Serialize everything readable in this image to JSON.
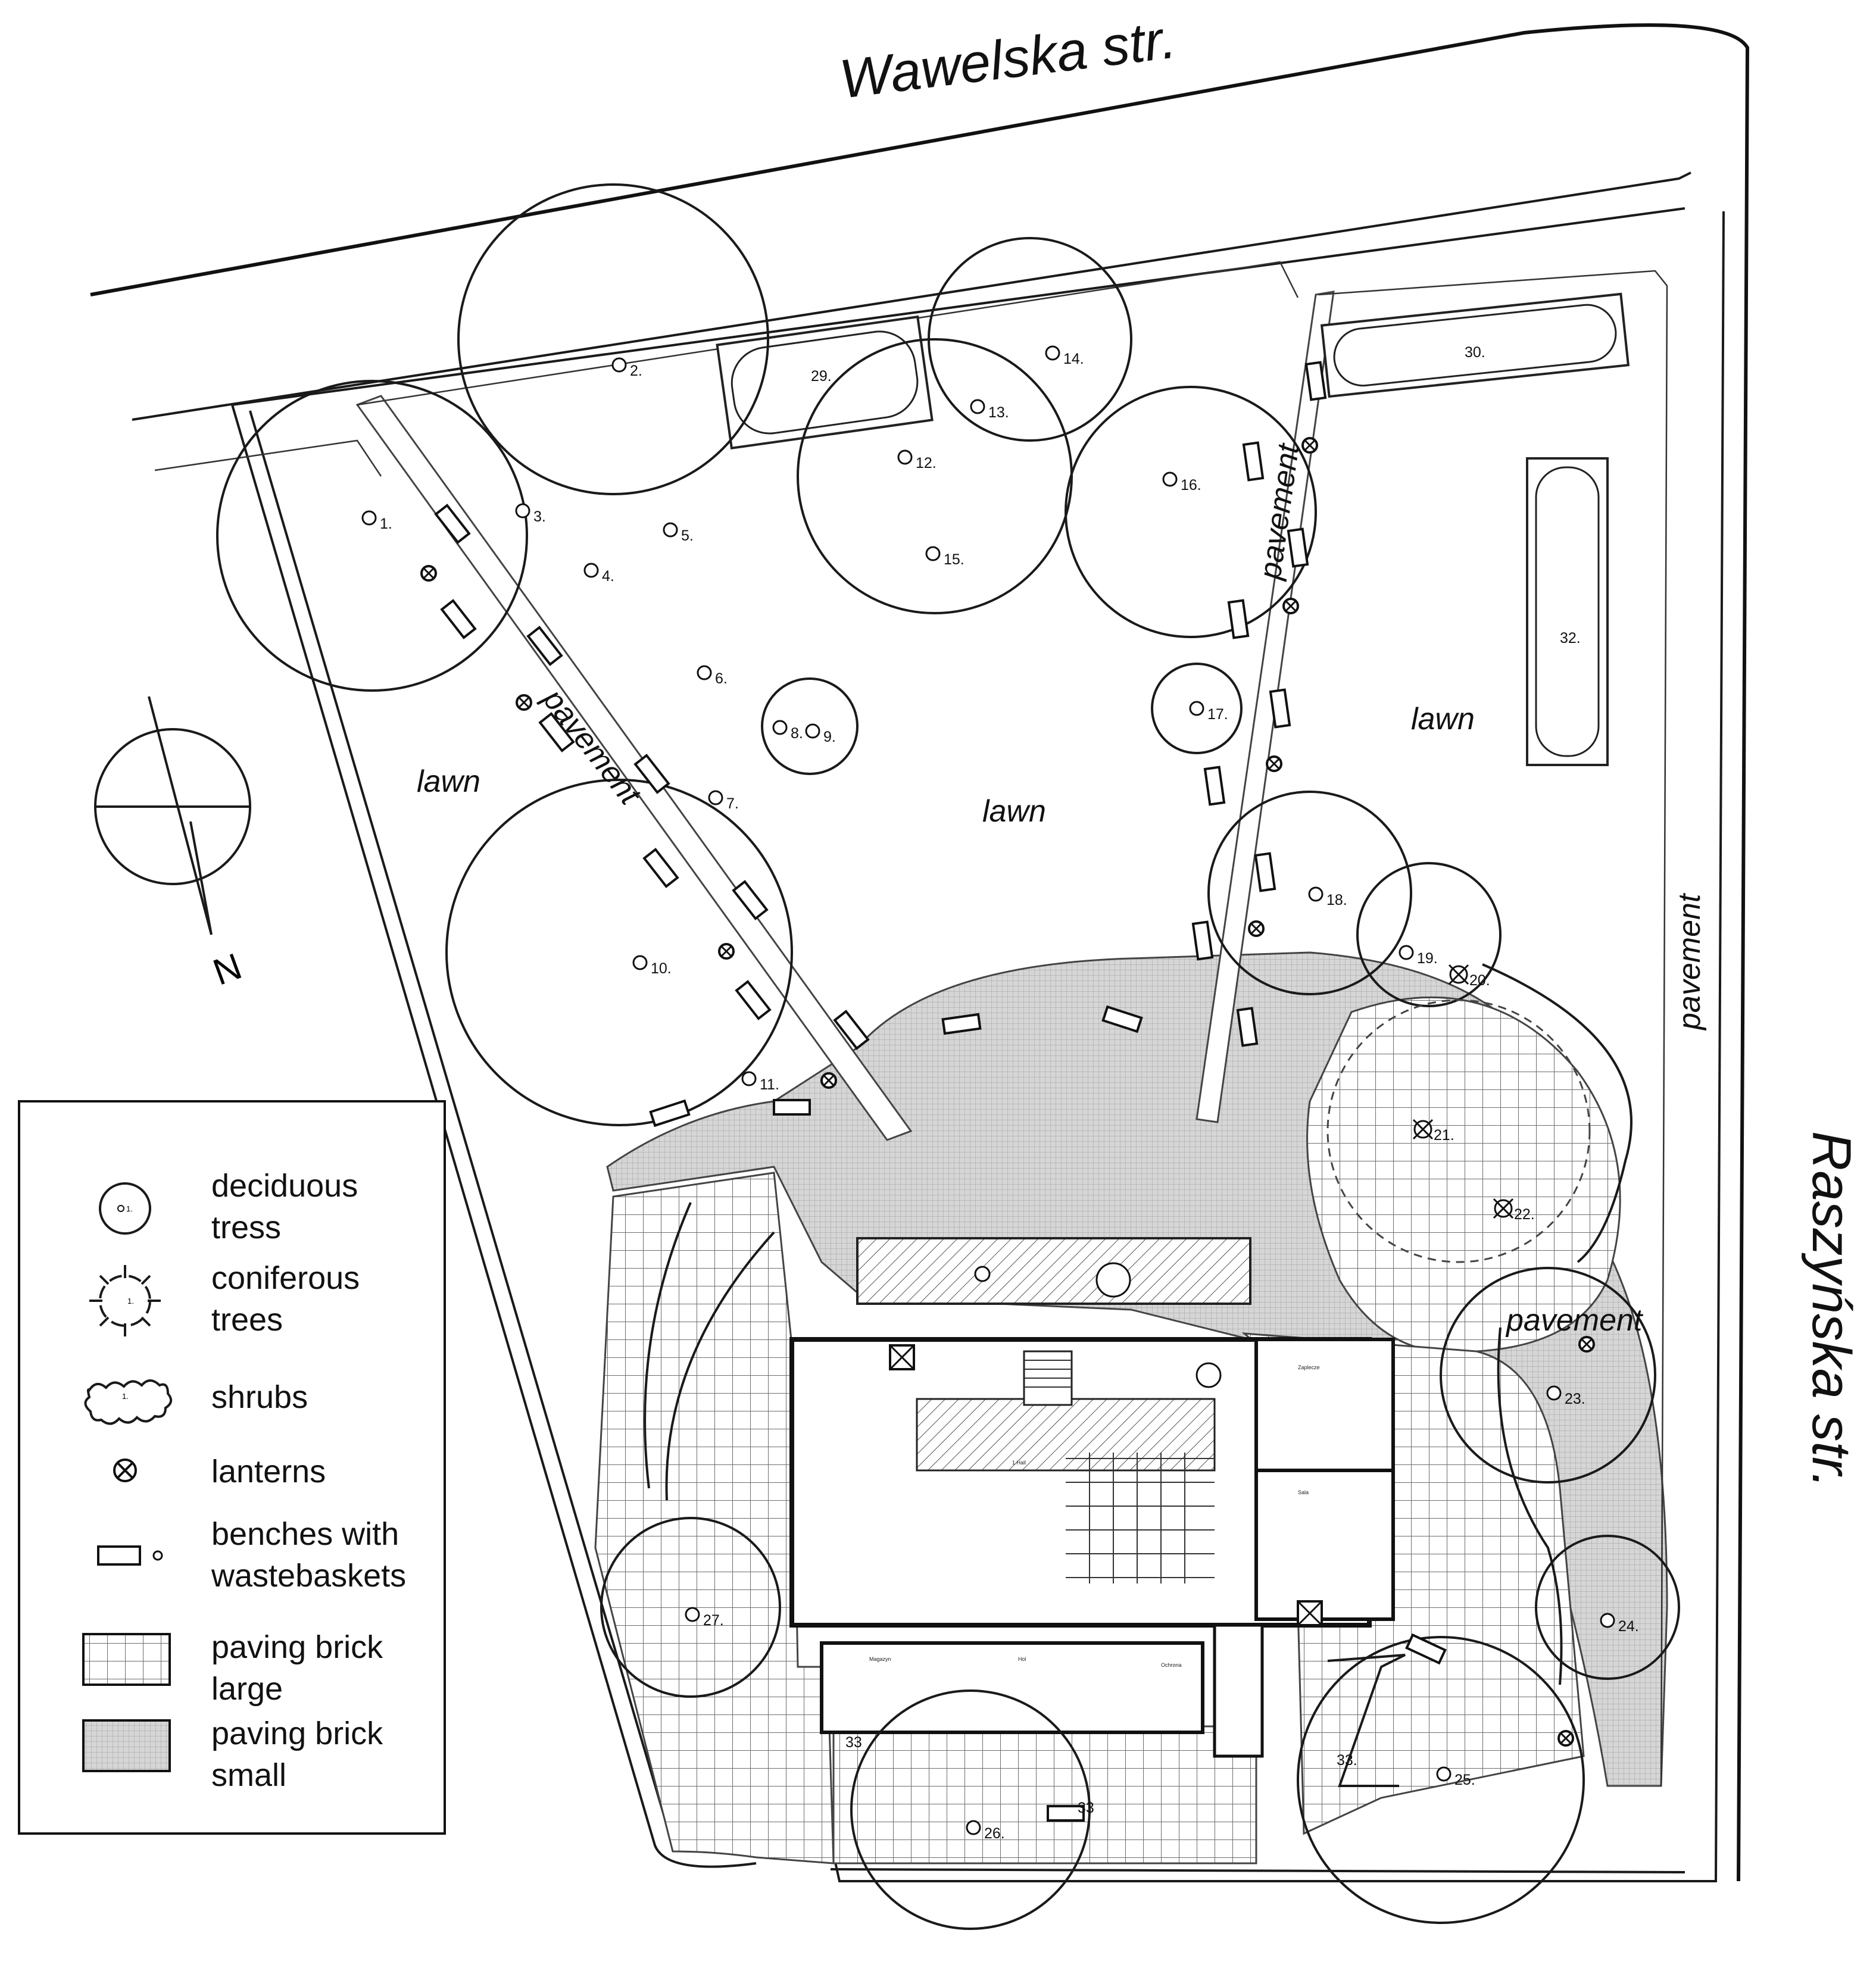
{
  "streets": {
    "north": "Wawelska str.",
    "east": "Raszyńska str."
  },
  "areas": {
    "lawn_west": "lawn",
    "lawn_center": "lawn",
    "lawn_east": "lawn",
    "pavement_diagonal": "pavement",
    "pavement_north_east": "pavement",
    "pavement_east": "pavement",
    "pavement_south_east": "pavement"
  },
  "compass": {
    "north_letter": "N"
  },
  "trees": [
    {
      "label": "1.",
      "kind": "deciduous"
    },
    {
      "label": "2.",
      "kind": "deciduous"
    },
    {
      "label": "3.",
      "kind": "deciduous"
    },
    {
      "label": "4.",
      "kind": "deciduous"
    },
    {
      "label": "5.",
      "kind": "deciduous"
    },
    {
      "label": "6.",
      "kind": "deciduous"
    },
    {
      "label": "7.",
      "kind": "deciduous"
    },
    {
      "label": "8.",
      "kind": "deciduous"
    },
    {
      "label": "9.",
      "kind": "coniferous"
    },
    {
      "label": "10.",
      "kind": "deciduous"
    },
    {
      "label": "11.",
      "kind": "deciduous"
    },
    {
      "label": "12.",
      "kind": "deciduous"
    },
    {
      "label": "13.",
      "kind": "deciduous"
    },
    {
      "label": "14.",
      "kind": "deciduous"
    },
    {
      "label": "15.",
      "kind": "deciduous"
    },
    {
      "label": "16.",
      "kind": "deciduous"
    },
    {
      "label": "17.",
      "kind": "coniferous"
    },
    {
      "label": "18.",
      "kind": "deciduous"
    },
    {
      "label": "19.",
      "kind": "deciduous"
    },
    {
      "label": "20.",
      "kind": "removed"
    },
    {
      "label": "21.",
      "kind": "removed"
    },
    {
      "label": "22.",
      "kind": "removed"
    },
    {
      "label": "23.",
      "kind": "deciduous"
    },
    {
      "label": "24.",
      "kind": "deciduous"
    },
    {
      "label": "25.",
      "kind": "deciduous"
    },
    {
      "label": "26.",
      "kind": "deciduous"
    },
    {
      "label": "27.",
      "kind": "deciduous"
    }
  ],
  "shrubs": [
    {
      "label": "29."
    },
    {
      "label": "30."
    },
    {
      "label": "32."
    },
    {
      "label": "33."
    },
    {
      "label": "33"
    },
    {
      "label": "33"
    }
  ],
  "legend": {
    "items": [
      {
        "key": "deciduous",
        "line1": "deciduous",
        "line2": "tress",
        "symbol_text": "1."
      },
      {
        "key": "coniferous",
        "line1": "coniferous",
        "line2": "trees",
        "symbol_text": "1."
      },
      {
        "key": "shrubs",
        "line1": "shrubs",
        "line2": "",
        "symbol_text": "1."
      },
      {
        "key": "lanterns",
        "line1": "lanterns",
        "line2": ""
      },
      {
        "key": "benches",
        "line1": "benches with",
        "line2": "wastebaskets"
      },
      {
        "key": "brick-large",
        "line1": "paving brick",
        "line2": "large"
      },
      {
        "key": "brick-small",
        "line1": "paving brick",
        "line2": "small"
      }
    ]
  },
  "colors": {
    "line": "#1a1a1a",
    "paving_small": "#cfcfcf",
    "paving_large_grid": "#8a8a8a",
    "hatch": "#555555",
    "background": "#ffffff"
  }
}
